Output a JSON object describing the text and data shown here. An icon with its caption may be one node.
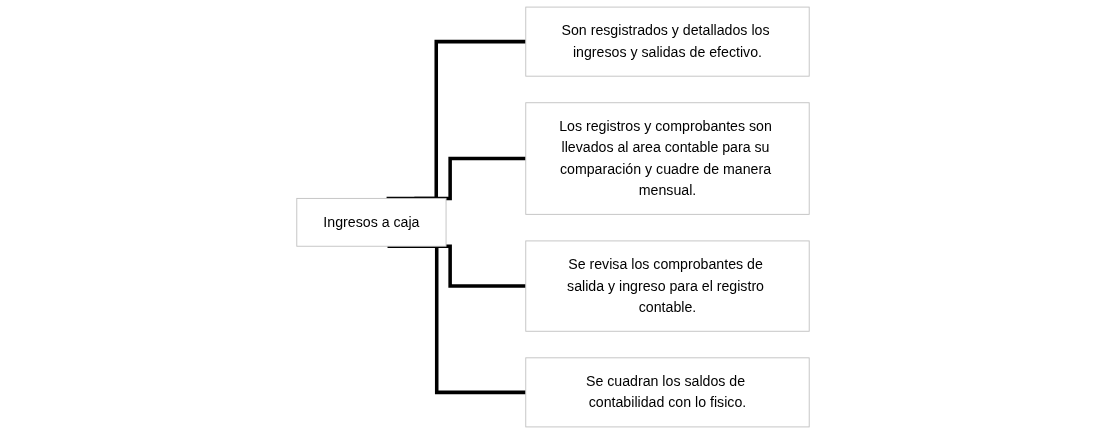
{
  "diagram": {
    "nodes": [
      {
        "text": [
          "Ingresos a caja"
        ]
      },
      {
        "text": [
          "Son resgistrados y detallados los ingresos y salidas de efectivo."
        ]
      },
      {
        "text": [
          "Los registros y comprobantes son llevados al area contable para su comparación y cuadre de manera mensual."
        ]
      },
      {
        "text": [
          "Se revisa los comprobantes de salida y ingreso para el registro contable."
        ]
      },
      {
        "text": [
          "Se cuadran los saldos de contabilidad con lo fisico."
        ]
      }
    ],
    "edges": [
      {
        "from": 0,
        "to": 1,
        "arrow": "none"
      },
      {
        "from": 0,
        "to": 2,
        "arrow": "none"
      },
      {
        "from": 0,
        "to": 3,
        "arrow": "none"
      },
      {
        "from": 0,
        "to": 4,
        "arrow": "none"
      }
    ]
  }
}
